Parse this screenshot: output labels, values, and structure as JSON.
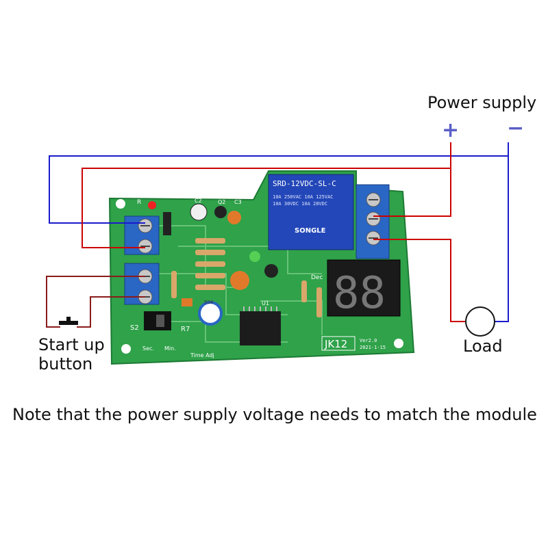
{
  "labels": {
    "power_supply": "Power supply",
    "plus": "+",
    "minus": "−",
    "start_up_button": "Start up button",
    "load": "Load",
    "note": "Note that the power supply voltage needs to match the module"
  },
  "board": {
    "model": "JK12",
    "version": "Ver2.0",
    "date": "2021-1-15",
    "relay_model": "SRD-12VDC-SL-C",
    "relay_brand": "SONGLE",
    "relay_ratings": [
      "10A 250VAC  10A 125VAC",
      "10A 30VDC  10A 28VDC"
    ],
    "display_digits": "88",
    "switch_labels": {
      "s2": "S2",
      "r7": "R7",
      "sec": "Sec.",
      "min": "Min.",
      "time_adj": "Time Adj"
    },
    "part_labels": {
      "r": "R",
      "c2": "C2",
      "q2": "Q2",
      "c3": "C3",
      "u1": "U1",
      "dec": "Dec",
      "pot": "504"
    }
  },
  "colors": {
    "positive_wire": "#cc0000",
    "negative_wire": "#1a1acc",
    "button_wire": "#8b1a1a",
    "polarity": "#5b5fc7",
    "pcb": "#2fa24a",
    "terminal": "#2a66c4",
    "relay": "#2347b8"
  }
}
